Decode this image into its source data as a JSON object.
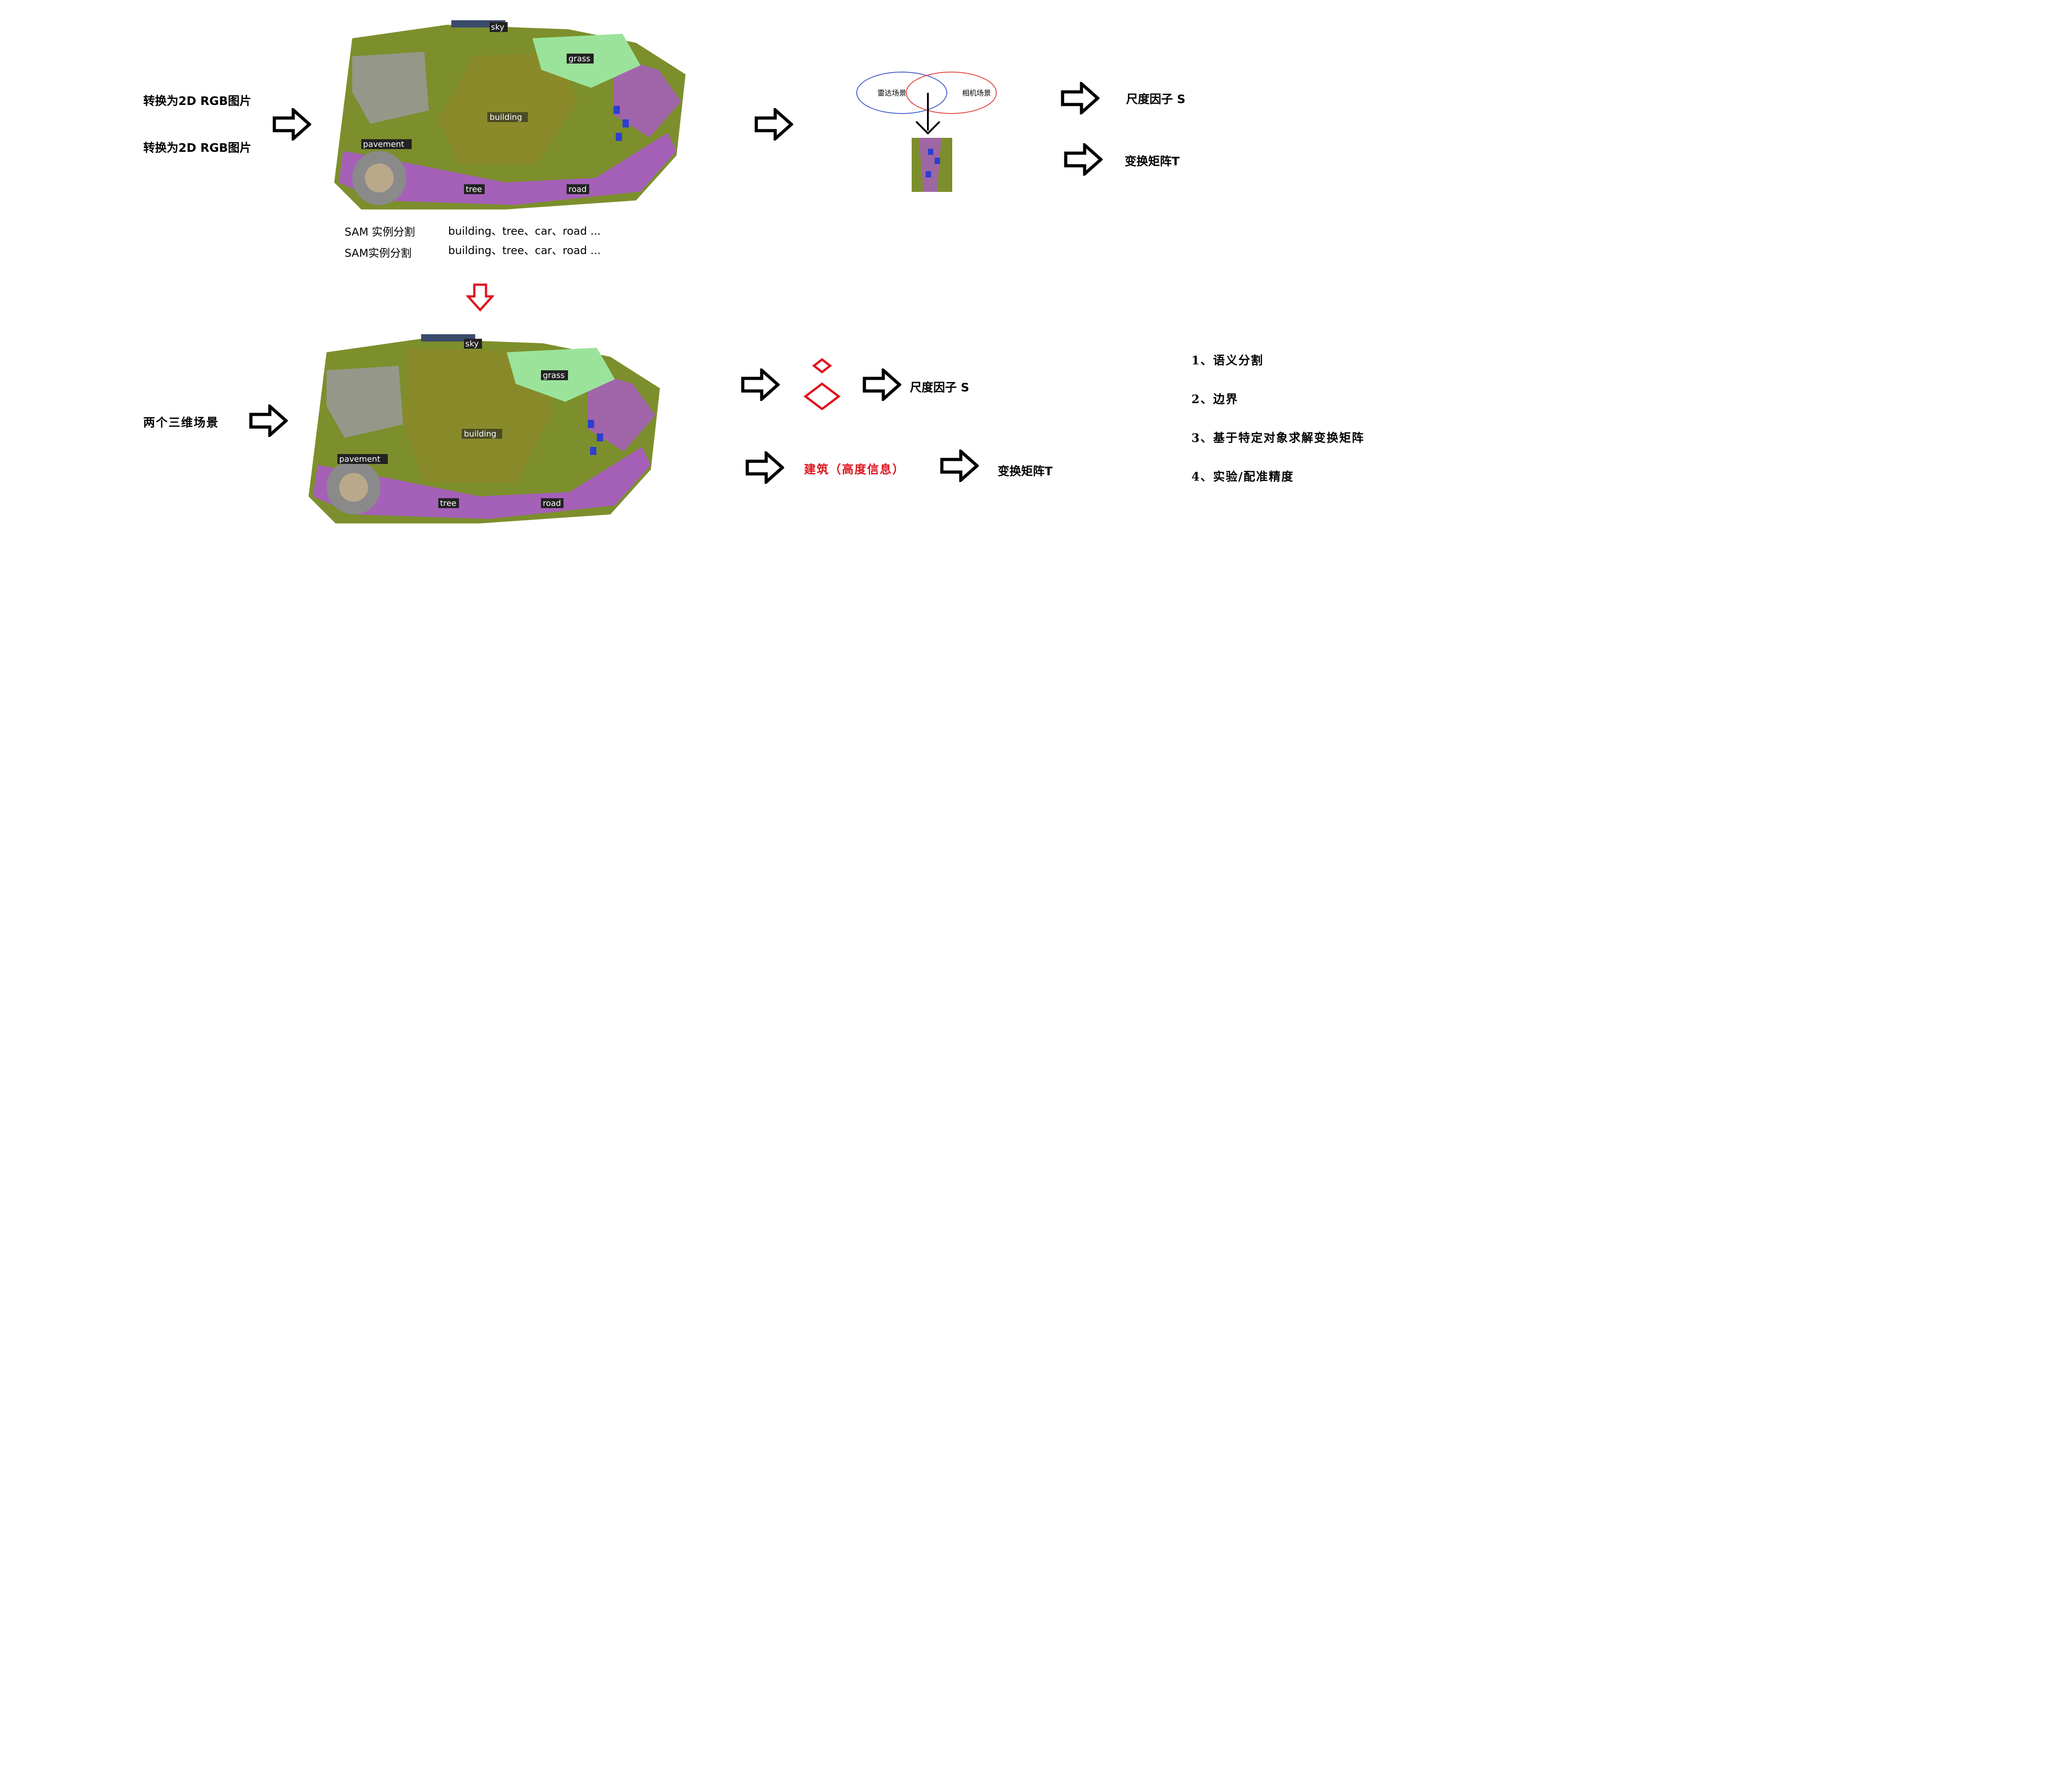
{
  "top_left": {
    "label1": "转换为2D RGB图片",
    "label2": "转换为2D RGB图片"
  },
  "map_labels": {
    "sky": "sky",
    "grass": "grass",
    "building": "building",
    "pavement": "pavement",
    "tree": "tree",
    "road": "road"
  },
  "sam": {
    "line1_title": "SAM 实例分割",
    "line1_classes": "building、tree、car、road ...",
    "line2_title": "SAM实例分割",
    "line2_classes": "building、tree、car、road ..."
  },
  "venn": {
    "left_label": "雷达场景",
    "right_label": "相机场景"
  },
  "top_right": {
    "scale": "尺度因子 S",
    "transform": "变换矩阵T"
  },
  "bottom_left": {
    "label": "两个三维场景"
  },
  "bottom_mid": {
    "scale": "尺度因子 S",
    "building": "建筑（高度信息）",
    "transform": "变换矩阵T"
  },
  "steps": [
    "1、语义分割",
    "2、边界",
    "3、基于特定对象求解变换矩阵",
    "4、实验/配准精度"
  ],
  "colors": {
    "red": "#e0141e",
    "venn_blue": "#4a63c9",
    "venn_red": "#e44a4a",
    "tree": "#7c8f2c",
    "building": "#8a8a2a",
    "road": "#a560b8",
    "grass": "#9be39b",
    "pavement": "#9a9a9a"
  }
}
